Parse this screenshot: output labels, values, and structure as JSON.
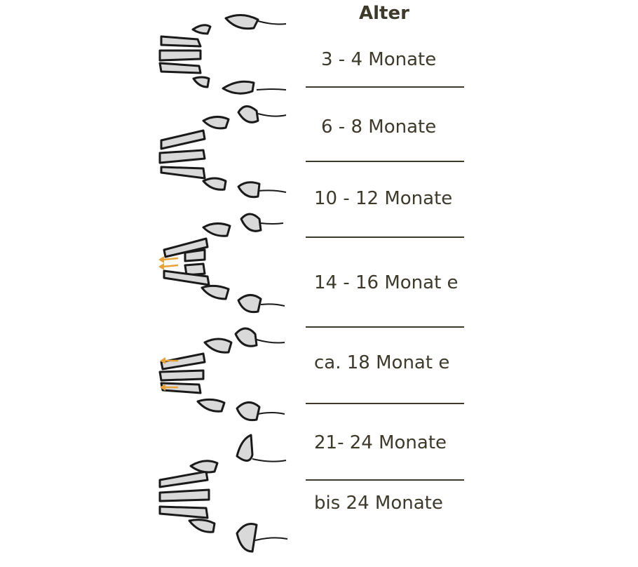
{
  "header": {
    "title": "Alter"
  },
  "stages": [
    {
      "label": "3 - 4 Monate"
    },
    {
      "label": "6 - 8 Monate"
    },
    {
      "label": "10 - 12 Monate"
    },
    {
      "label": "14 - 16 Monat e"
    },
    {
      "label": "ca. 18 Monat e"
    },
    {
      "label": "21- 24  Monate"
    },
    {
      "label": "bis  24  Monate"
    }
  ],
  "colors": {
    "text": "#3d3a2c",
    "tooth": "#d9d9d9",
    "outline": "#1a1a1a",
    "arrow": "#e8a23a"
  },
  "icons": [
    "jaw-teeth-illustration",
    "arrow-left-icon"
  ]
}
